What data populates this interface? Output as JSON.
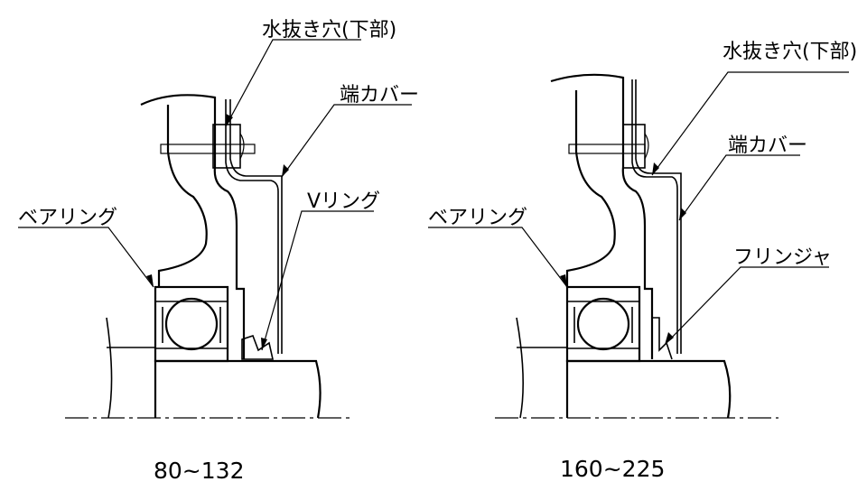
{
  "left_view": {
    "drain_hole_label": "水抜き穴(下部)",
    "end_cover_label": "端カバー",
    "vring_label": "Vリング",
    "bearing_label": "ベアリング",
    "size_range": "80~132"
  },
  "right_view": {
    "drain_hole_label": "水抜き穴(下部)",
    "end_cover_label": "端カバー",
    "flinger_label": "フリンジャ",
    "bearing_label": "ベアリング",
    "size_range": "160~225"
  }
}
